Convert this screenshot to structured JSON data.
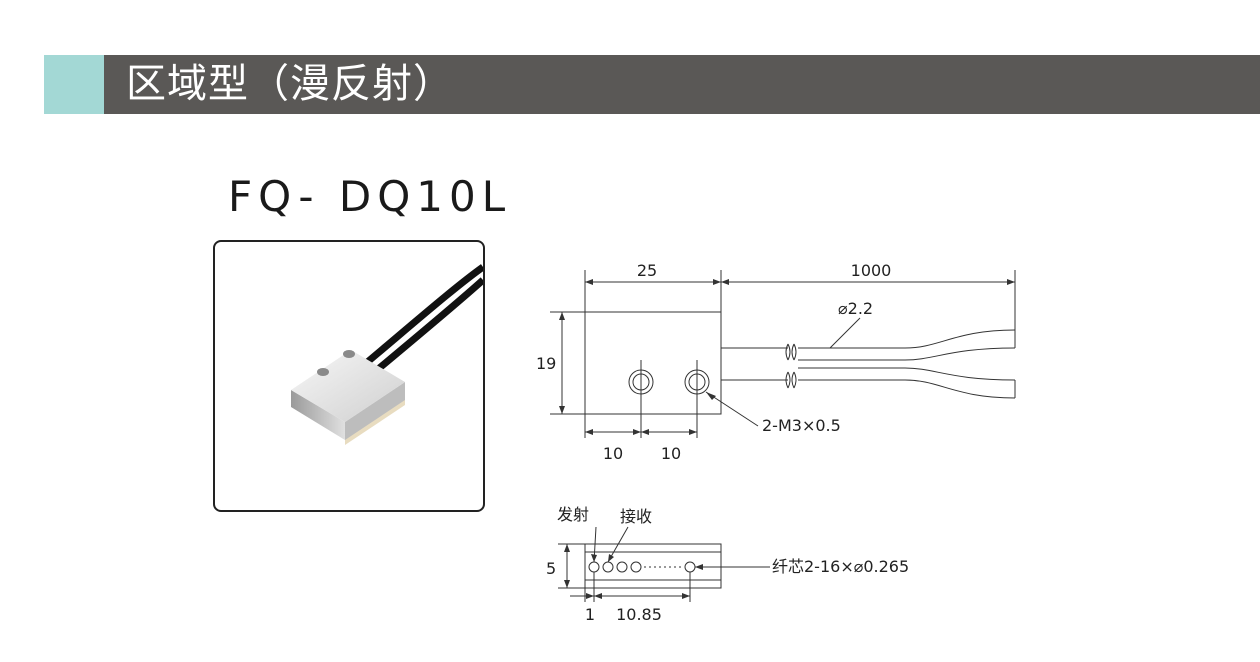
{
  "header": {
    "title": "区域型（漫反射）",
    "accent_color": "#a3d8d5",
    "bar_color": "#5a5856"
  },
  "product": {
    "model": "FQ- DQ10L",
    "photo_icon": "sensor-photo"
  },
  "top_view": {
    "width_dim": "25",
    "cable_length_dim": "1000",
    "cable_diameter": "⌀2.2",
    "height_dim": "19",
    "hole_spacing_1": "10",
    "hole_spacing_2": "10",
    "hole_callout": "2-M3×0.5"
  },
  "front_view": {
    "emit_label": "发射",
    "receive_label": "接收",
    "height_dim": "5",
    "offset_dim": "1",
    "span_dim": "10.85",
    "fiber_callout": "纤芯2-16×⌀0.265"
  }
}
